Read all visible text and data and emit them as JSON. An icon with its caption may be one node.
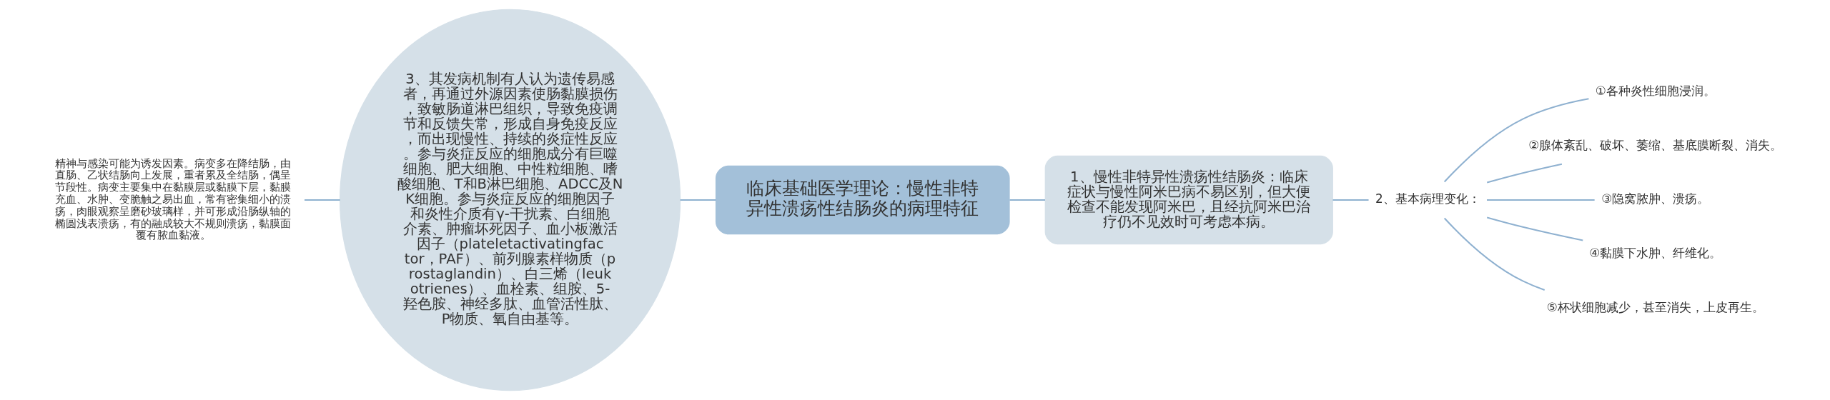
{
  "diagram": {
    "nodes": [
      {
        "text": [
          "临床基础医学理论：慢性非特异性溃疡性结肠炎的病理特征"
        ]
      },
      {
        "text": [
          "3、其发病机制有人认为遗传易感者，再通过外源因素使肠黏膜损伤，致敏肠道淋巴组织，导致免疫调节和反馈失常，形成自身免疫反应，而出现慢性、持续的炎症性反应。参与炎症反应的细胞成分有巨噬细胞、肥大细胞、中性粒细胞、嗜酸细胞、T和B淋巴细胞、ADCC及NK细胞。参与炎症反应的细胞因子和炎性介质有γ-干扰素、白细胞介素、肿瘤坏死因子、血小板激活因子（plateletactivatingfactor，PAF）、前列腺素样物质（prostaglandin）、白三烯（leukotrienes）、血栓素、组胺、5-羟色胺、神经多肽、血管活性肽、P物质、氧自由基等。"
        ]
      },
      {
        "text": [
          "精神与感染可能为诱发因素。病变多在降结肠，由直肠、乙状结肠向上发展，重者累及全结肠，偶呈节段性。病变主要集中在黏膜层或黏膜下层，黏膜充血、水肿、变脆触之易出血，常有密集细小的溃疡，肉眼观察呈磨砂玻璃样，并可形成沿肠纵轴的椭圆浅表溃疡，有的融成较大不规则溃疡，黏膜面覆有脓血黏液。"
        ]
      },
      {
        "text": [
          "1、慢性非特异性溃疡性结肠炎：临床症状与慢性阿米巴病不易区别，但大便检查不能发现阿米巴，且经抗阿米巴治疗仍不见效时可考虑本病。"
        ]
      },
      {
        "text": [
          "2、基本病理变化："
        ]
      },
      {
        "text": [
          "①各种炎性细胞浸润。"
        ]
      },
      {
        "text": [
          "②腺体紊乱、破坏、萎缩、基底膜断裂、消失。"
        ]
      },
      {
        "text": [
          "③隐窝脓肿、溃疡。"
        ]
      },
      {
        "text": [
          "④黏膜下水肿、纤维化。"
        ]
      },
      {
        "text": [
          "⑤杯状细胞减少，甚至消失，上皮再生。"
        ]
      }
    ],
    "edges": [
      {
        "from": 2,
        "to": 1,
        "arrow": "none"
      },
      {
        "from": 1,
        "to": 0,
        "arrow": "none"
      },
      {
        "from": 0,
        "to": 3,
        "arrow": "none"
      },
      {
        "from": 3,
        "to": 4,
        "arrow": "none"
      },
      {
        "from": 4,
        "to": 5,
        "arrow": "none"
      },
      {
        "from": 4,
        "to": 6,
        "arrow": "none"
      },
      {
        "from": 4,
        "to": 7,
        "arrow": "none"
      },
      {
        "from": 4,
        "to": 8,
        "arrow": "none"
      },
      {
        "from": 4,
        "to": 9,
        "arrow": "none"
      }
    ]
  }
}
